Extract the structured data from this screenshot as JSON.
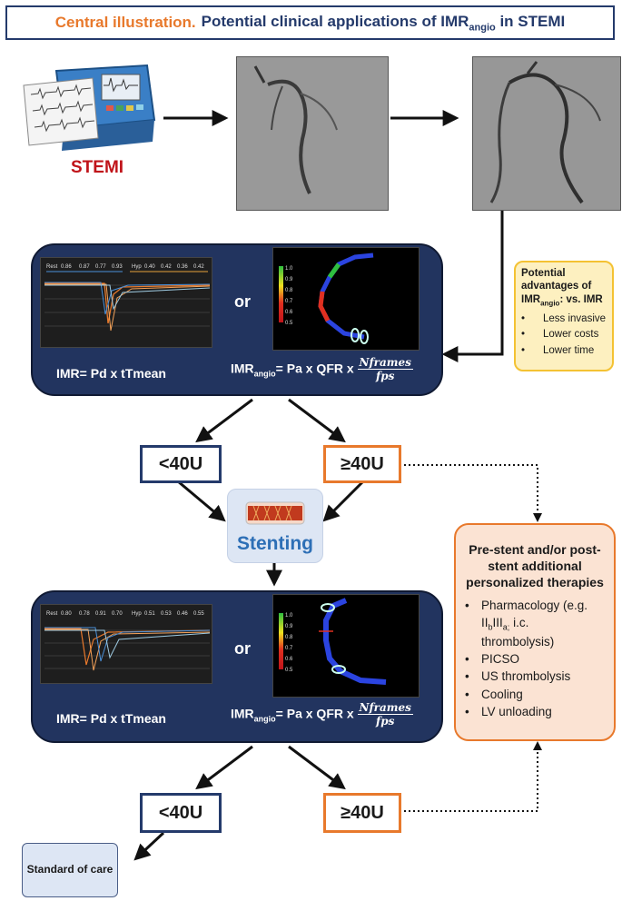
{
  "title": {
    "prefix": "Central illustration.",
    "main": "Potential clinical applications of IMR",
    "sub": "angio",
    "suffix": " in STEMI"
  },
  "stemi_label": "STEMI",
  "panel1": {
    "imr_formula": "IMR= Pd x tTmean",
    "imr_angio_prefix": "IMR",
    "imr_angio_sub": "angio",
    "imr_angio_formula": "= Pa x QFR x",
    "frac_num": "Nframes",
    "frac_den": "fps",
    "or": "or",
    "rest_label": "Rest",
    "rest_values": [
      "0.86",
      "0.87",
      "0.77",
      "0.93"
    ],
    "hyp_label": "Hyp",
    "hyp_values": [
      "0.40",
      "0.42",
      "0.36",
      "0.42"
    ]
  },
  "panel2": {
    "imr_formula": "IMR= Pd x tTmean",
    "imr_angio_prefix": "IMR",
    "imr_angio_sub": "angio",
    "imr_angio_formula": "= Pa x QFR x",
    "frac_num": "Nframes",
    "frac_den": "fps",
    "or": "or",
    "rest_label": "Rest",
    "rest_values": [
      "0.80",
      "0.78",
      "0.91",
      "0.70"
    ],
    "hyp_label": "Hyp",
    "hyp_values": [
      "0.51",
      "0.53",
      "0.46",
      "0.55"
    ]
  },
  "qfr_scale": [
    "1.0",
    "0.9",
    "0.8",
    "0.7",
    "0.6",
    "0.5"
  ],
  "advantages": {
    "head_a": "Potential advantages of IMR",
    "head_sub": "angio",
    "head_b": ": vs. IMR",
    "items": [
      "Less invasive",
      "Lower costs",
      "Lower time"
    ]
  },
  "thresholds": {
    "low": "<40U",
    "high": "≥40U"
  },
  "stenting": "Stenting",
  "therapies": {
    "head": "Pre-stent and/or post-stent additional personalized therapies",
    "pharma_a": "Pharmacology (e.g. II",
    "pharma_b": "III",
    "pharma_c": " i.c. thrombolysis)",
    "pharma_sub1": "b",
    "pharma_sub2": "a;",
    "items": [
      "PICSO",
      "US thrombolysis",
      "Cooling",
      "LV unloading"
    ]
  },
  "standard_of_care": "Standard of care",
  "colors": {
    "navy": "#243a6b",
    "orange": "#e8792c",
    "red": "#c0141a",
    "stent_blue": "#2d6fb6"
  }
}
